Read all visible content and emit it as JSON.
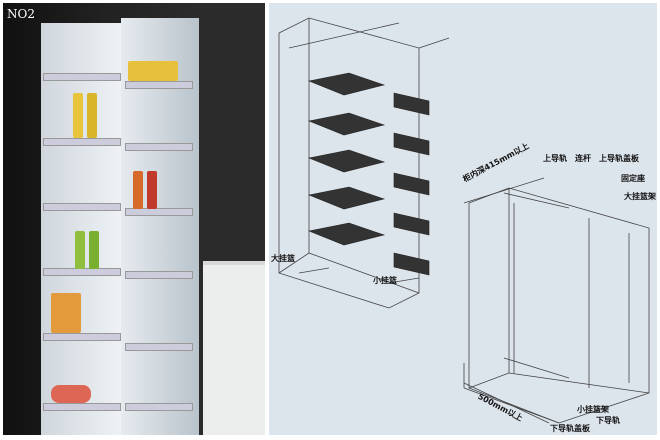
{
  "photo": {
    "label": "NO2"
  },
  "diagram": {
    "labels": {
      "large_basket": "大挂篮",
      "small_basket": "小挂篮",
      "upper_rail": "上导轨",
      "link_rod": "连杆",
      "upper_rail_cover": "上导轨盖板",
      "fixed_base": "固定座",
      "large_basket_frame": "大挂篮架",
      "small_basket_frame": "小挂篮架",
      "lower_rail": "下导轨",
      "lower_rail_cover": "下导轨盖板",
      "depth_note": "柜内深415mm以上",
      "width_note": "500mm以上"
    }
  }
}
